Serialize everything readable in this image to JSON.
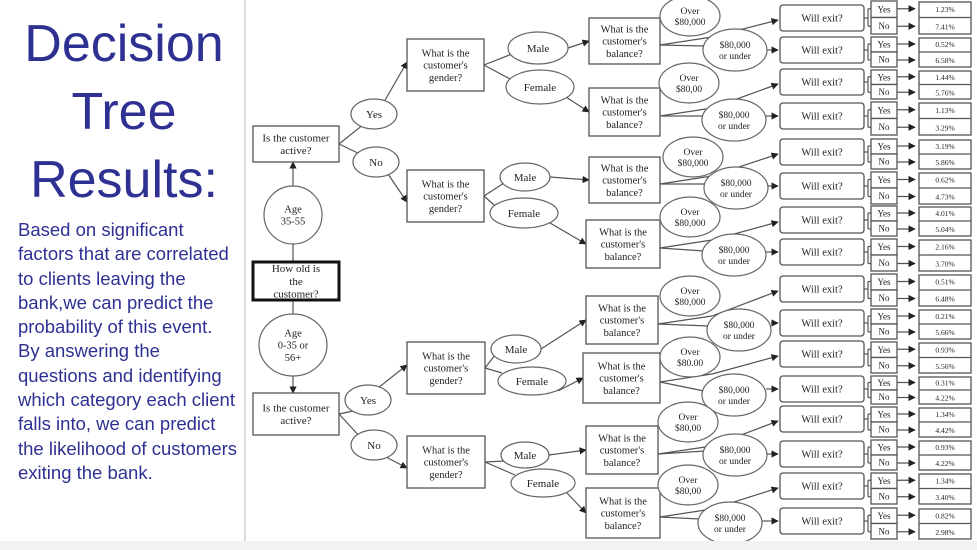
{
  "slide": {
    "title_lines": [
      "Decision",
      "Tree",
      "Results:"
    ],
    "description_paragraphs": [
      "Based on significant factors that are correlated to clients leaving the bank,we can predict the probability of this event.",
      "By answering the questions and identifying which category each client falls into, we can predict the likelihood of customers exiting the bank."
    ],
    "colors": {
      "text": "#2e3192",
      "divider": "#dcdcdc"
    }
  },
  "tree": {
    "root_question": "How old is the customer?",
    "active_question": "Is the customer active?",
    "gender_question": "What is the customer's gender?",
    "balance_question": "What is the customer's balance?",
    "exit_question": "Will exit?",
    "labels": {
      "yes": "Yes",
      "no": "No",
      "male": "Male",
      "female": "Female",
      "under": "$80,000 or under"
    },
    "age_groups": [
      {
        "label": "Age 35-55"
      },
      {
        "label": "Age 0-35 or 56+"
      }
    ],
    "over_labels": [
      "Over $80,000",
      "Over $80,00",
      "Over $80,000",
      "Over $80,000",
      "Over $80,000",
      "Over $80.00",
      "Over $80,00",
      "Over $80,00"
    ],
    "leaves": [
      {
        "path": "Age 35-55 / Active / Male / Over $80,000",
        "yes": "1.23%",
        "no": "7.41%"
      },
      {
        "path": "Age 35-55 / Active / Male / $80,000 or under",
        "yes": "0.52%",
        "no": "6.58%"
      },
      {
        "path": "Age 35-55 / Active / Female / Over $80,000",
        "yes": "1.44%",
        "no": "5.76%"
      },
      {
        "path": "Age 35-55 / Active / Female / $80,000 or under",
        "yes": "1.13%",
        "no": "3.29%"
      },
      {
        "path": "Age 35-55 / Not active / Male / Over $80,000",
        "yes": "3.19%",
        "no": "5.86%"
      },
      {
        "path": "Age 35-55 / Not active / Male / $80,000 or under",
        "yes": "0.62%",
        "no": "4.73%"
      },
      {
        "path": "Age 35-55 / Not active / Female / Over $80,000",
        "yes": "4.01%",
        "no": "5.04%"
      },
      {
        "path": "Age 35-55 / Not active / Female / $80,000 or under",
        "yes": "2.16%",
        "no": "3.70%"
      },
      {
        "path": "Age 0-35 or 56+ / Active / Male / Over $80,000",
        "yes": "0.51%",
        "no": "6.48%"
      },
      {
        "path": "Age 0-35 or 56+ / Active / Male / $80,000 or under",
        "yes": "0.21%",
        "no": "5.66%"
      },
      {
        "path": "Age 0-35 or 56+ / Active / Female / Over $80,000",
        "yes": "0.93%",
        "no": "5.56%"
      },
      {
        "path": "Age 0-35 or 56+ / Active / Female / $80,000 or under",
        "yes": "0.31%",
        "no": "4.22%"
      },
      {
        "path": "Age 0-35 or 56+ / Not active / Male / Over $80,000",
        "yes": "1.34%",
        "no": "4.42%"
      },
      {
        "path": "Age 0-35 or 56+ / Not active / Male / $80,000 or under",
        "yes": "0.93%",
        "no": "4.22%"
      },
      {
        "path": "Age 0-35 or 56+ / Not active / Female / Over $80,000",
        "yes": "1.34%",
        "no": "3.40%"
      },
      {
        "path": "Age 0-35 or 56+ / Not active / Female / $80,000 or under",
        "yes": "0.82%",
        "no": "2.98%"
      }
    ]
  }
}
